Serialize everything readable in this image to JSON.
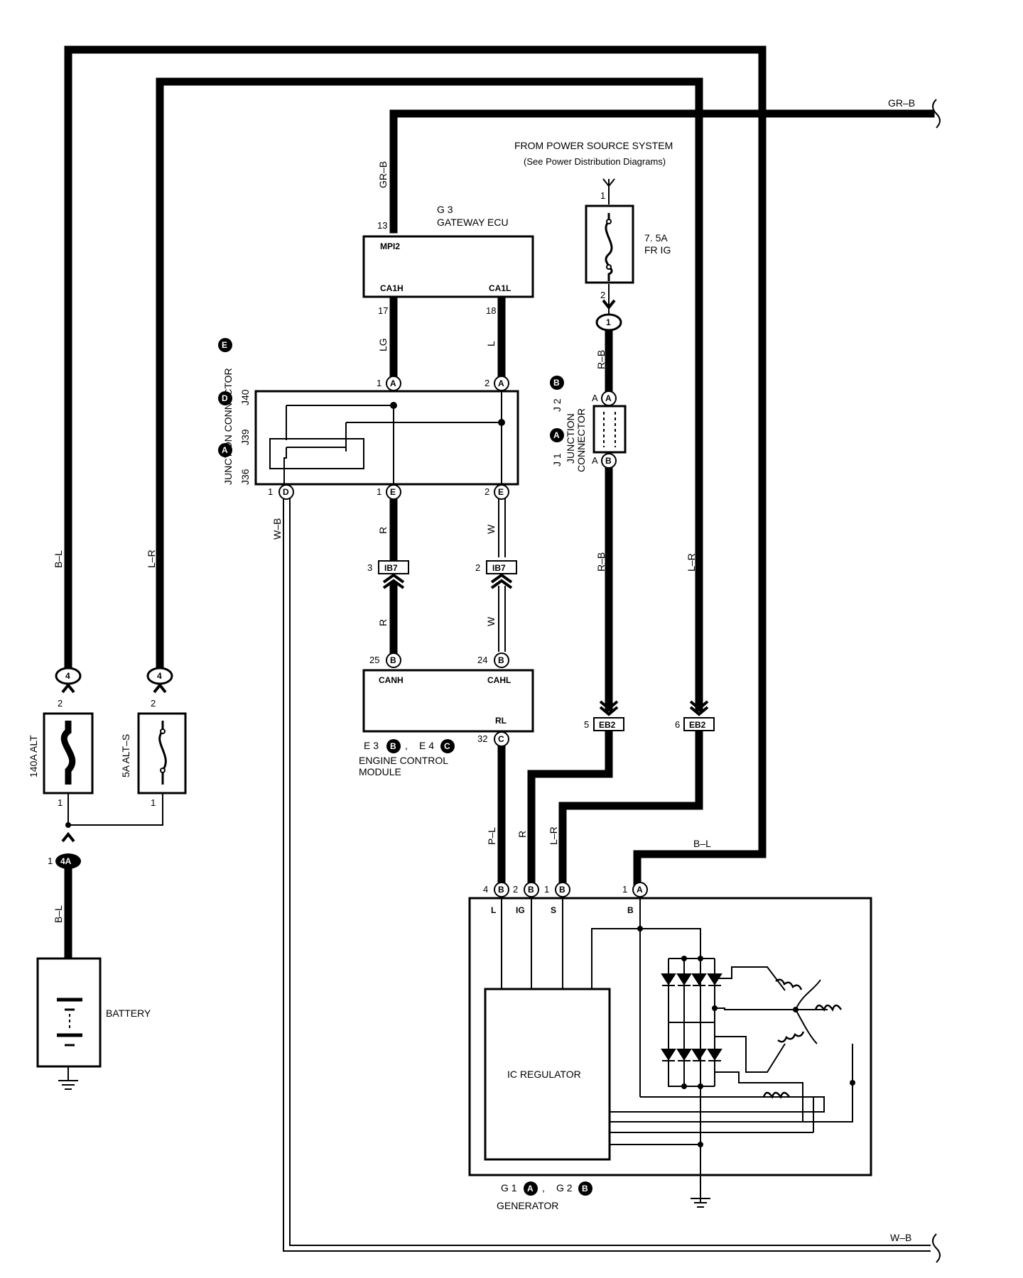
{
  "wires": {
    "gr_b": "GR–B",
    "w_b": "W–B",
    "b_l": "B–L",
    "l_r": "L–R",
    "r_b": "R–B",
    "lg": "LG",
    "l": "L",
    "r": "R",
    "w": "W",
    "p_l": "P–L"
  },
  "power_source": {
    "title": "FROM POWER SOURCE SYSTEM",
    "subtitle": "(See Power Distribution Diagrams)"
  },
  "fuses": {
    "fr_ig": {
      "rating": "7. 5A",
      "name": "FR IG"
    },
    "alt": "140A ALT",
    "alt_s": "5A ALT–S"
  },
  "gateway": {
    "id": "G 3",
    "name": "GATEWAY ECU",
    "pin_mpi2": "MPI2",
    "pin_ca1h": "CA1H",
    "pin_ca1l": "CA1L"
  },
  "junction_connector_left": {
    "j36": "J36",
    "j39": "J39",
    "j40": "J40",
    "sep": ",",
    "name": "JUNCTION CONNECTOR"
  },
  "junction_connector_right": {
    "j1": "J 1",
    "j2": "J 2",
    "sep": ",",
    "name_1": "JUNCTION",
    "name_2": "CONNECTOR"
  },
  "ecm": {
    "e3": "E 3",
    "e4": "E 4",
    "sep": ",",
    "name_1": "ENGINE CONTROL",
    "name_2": "MODULE",
    "pin_canh": "CANH",
    "pin_cahl": "CAHL",
    "pin_rl": "RL"
  },
  "generator": {
    "g1": "G 1",
    "g2": "G 2",
    "sep": ",",
    "name": "GENERATOR",
    "regulator": "IC REGULATOR",
    "pin_l": "L",
    "pin_ig": "IG",
    "pin_s": "S",
    "pin_b": "B"
  },
  "battery": "BATTERY",
  "connectors": {
    "ib7": "IB7",
    "eb2": "EB2",
    "c4a": "4A"
  },
  "pins": {
    "n1": "1",
    "n2": "2",
    "n3": "3",
    "n4": "4",
    "n5": "5",
    "n6": "6",
    "n13": "13",
    "n17": "17",
    "n18": "18",
    "n24": "24",
    "n25": "25",
    "n32": "32",
    "A": "A",
    "B": "B",
    "C": "C",
    "D": "D",
    "E": "E"
  }
}
